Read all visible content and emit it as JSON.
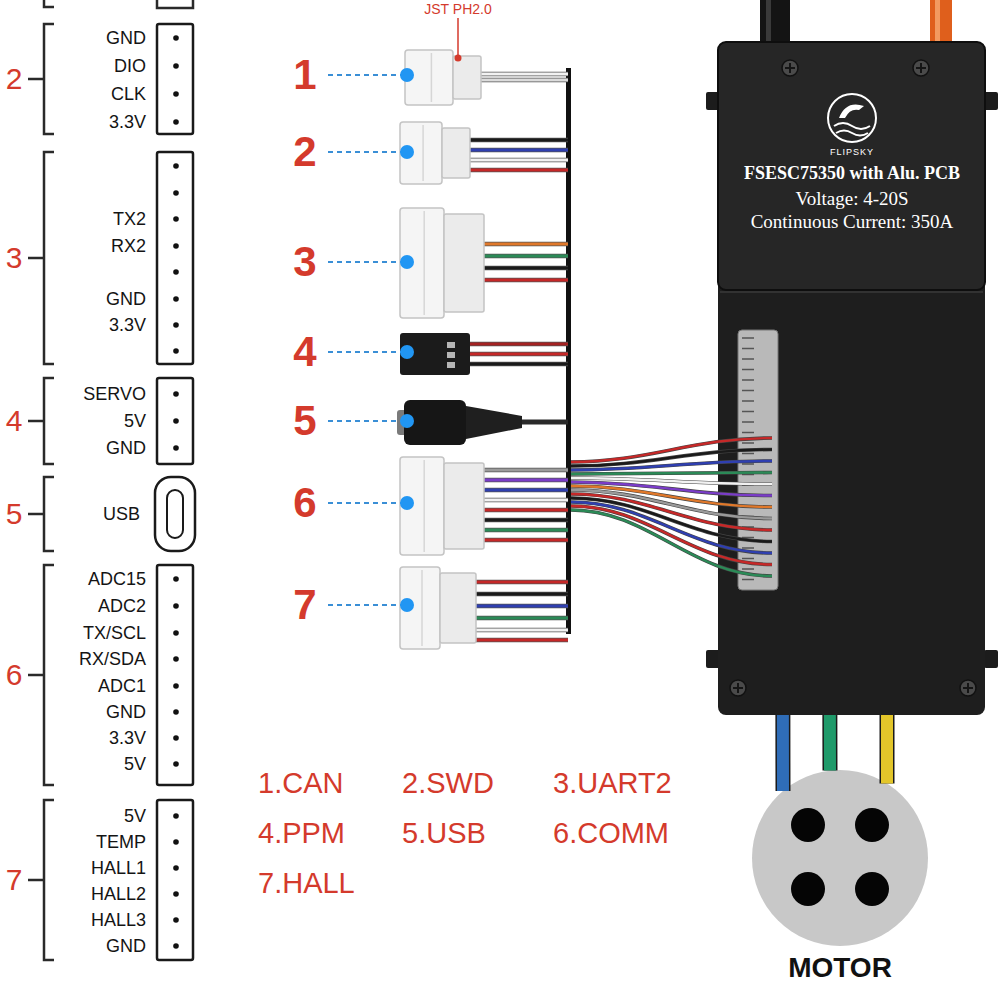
{
  "diagram": {
    "nodes": [
      {
        "text": [
          "FLIPSKY",
          "FSESC75350 with Alu. PCB",
          "Voltage: 4-20S",
          "Continuous Current: 350A"
        ]
      },
      {
        "text": [
          "MOTOR"
        ]
      }
    ],
    "edges": [
      {
        "from": 0,
        "to": 1,
        "arrow": "none"
      },
      {
        "from": 0,
        "to": 1,
        "arrow": "none"
      },
      {
        "from": 0,
        "to": 1,
        "arrow": "none"
      }
    ],
    "labels": [
      "JST PH2.0",
      "2",
      "GND",
      "DIO",
      "CLK",
      "3.3V",
      "3",
      "TX2",
      "RX2",
      "GND",
      "3.3V",
      "4",
      "SERVO",
      "5V",
      "GND",
      "5",
      "USB",
      "6",
      "ADC15",
      "ADC2",
      "TX/SCL",
      "RX/SDA",
      "ADC1",
      "GND",
      "3.3V",
      "5V",
      "7",
      "5V",
      "TEMP",
      "HALL1",
      "HALL2",
      "HALL3",
      "GND",
      "1",
      "2",
      "3",
      "4",
      "5",
      "6",
      "7",
      "1.CAN",
      "2.SWD",
      "3.UART2",
      "4.PPM",
      "5.USB",
      "6.COMM",
      "7.HALL"
    ]
  }
}
